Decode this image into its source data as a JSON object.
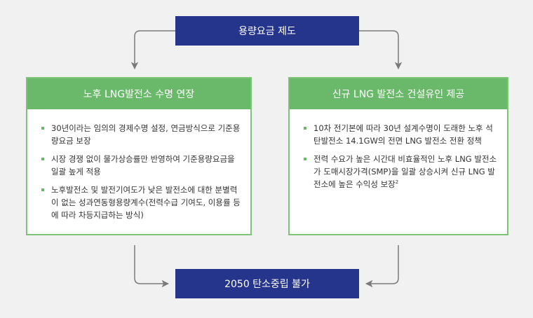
{
  "top_box": {
    "label": "용량요금 제도"
  },
  "bottom_box": {
    "label": "2050 탄소중립 불가"
  },
  "left_panel": {
    "title": "노후 LNG발전소 수명 연장",
    "bullets": [
      "30년이라는 임의의 경제수명 설정, 연금방식으로 기준용량요금 보장",
      "시장 경쟁 없이 물가상승률만 반영하여 기준용량요금을 일괄 높게 적용",
      "노후발전소 및 발전기여도가 낮은 발전소에 대한 분별력이 없는 성과연동형용량계수(전력수급 기여도, 이용률 등에 따라 차등지급하는 방식)"
    ]
  },
  "right_panel": {
    "title": "신규 LNG 발전소 건설유인 제공",
    "bullets": [
      "10차 전기본에 따라 30년 설계수명이 도래한 노후 석탄발전소 14.1GW의 전면 LNG 발전소 전환 정책",
      "전력 수요가 높은 시간대 비효율적인 노후 LNG 발전소가 도매시장가격(SMP)을 일괄 상승시켜 신규 LNG 발전소에 높은 수익성 보장"
    ],
    "footnote_mark": "2"
  },
  "colors": {
    "navy": "#25358c",
    "green_header": "#6ab86a",
    "green_border": "#7dc477",
    "arrow": "#7a7a7a"
  }
}
